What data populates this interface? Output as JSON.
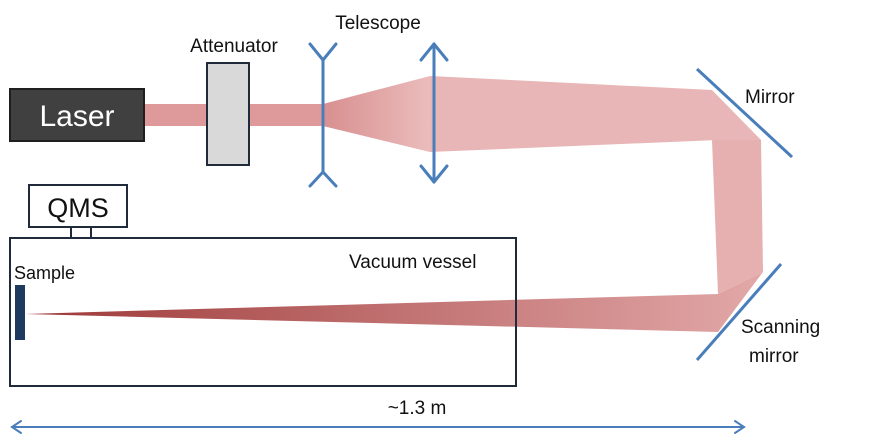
{
  "labels": {
    "laser": "Laser",
    "attenuator": "Attenuator",
    "telescope": "Telescope",
    "mirror": "Mirror",
    "qms": "QMS",
    "vacuum_vessel": "Vacuum vessel",
    "sample": "Sample",
    "scanning_mirror_line1": "Scanning",
    "scanning_mirror_line2": "mirror",
    "distance": "~1.3 m"
  },
  "colors": {
    "laser_box": "#404040",
    "laser_box_border": "#1f1f1f",
    "beam": "#e8b4b4",
    "beam_narrow": "#de9a9a",
    "beam_dark": "#a03c3c",
    "optic_blue": "#4a7ebb",
    "sample": "#1f3a5f",
    "attenuator_fill": "#d9d9d9",
    "outline": "#1f2a3a"
  }
}
